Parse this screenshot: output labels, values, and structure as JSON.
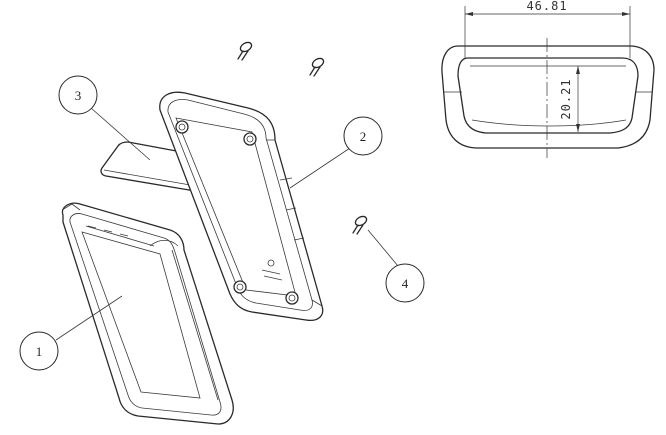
{
  "callouts": [
    {
      "id": "1",
      "label": "1"
    },
    {
      "id": "2",
      "label": "2"
    },
    {
      "id": "3",
      "label": "3"
    },
    {
      "id": "4",
      "label": "4"
    }
  ],
  "dimensions": {
    "width": "46.81",
    "height": "20.21"
  },
  "colors": {
    "line": "#2a2a2a",
    "background": "#ffffff"
  }
}
